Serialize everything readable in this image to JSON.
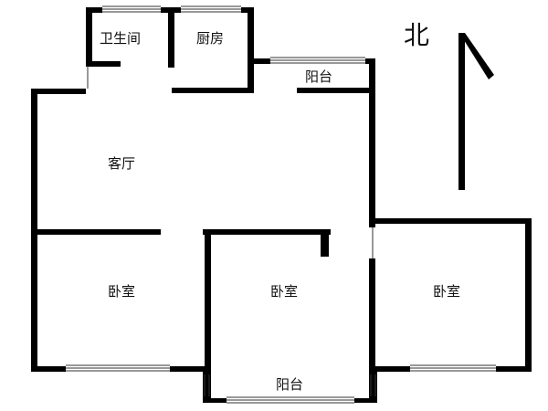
{
  "compass": {
    "label": "北"
  },
  "rooms": {
    "bathroom": "卫生间",
    "kitchen": "厨房",
    "balcony_north": "阳台",
    "living_room": "客厅",
    "bedroom_west": "卧室",
    "bedroom_center": "卧室",
    "bedroom_east": "卧室",
    "balcony_south": "阳台"
  },
  "colors": {
    "wall": "#000000",
    "background": "#ffffff",
    "window": "#333333"
  }
}
